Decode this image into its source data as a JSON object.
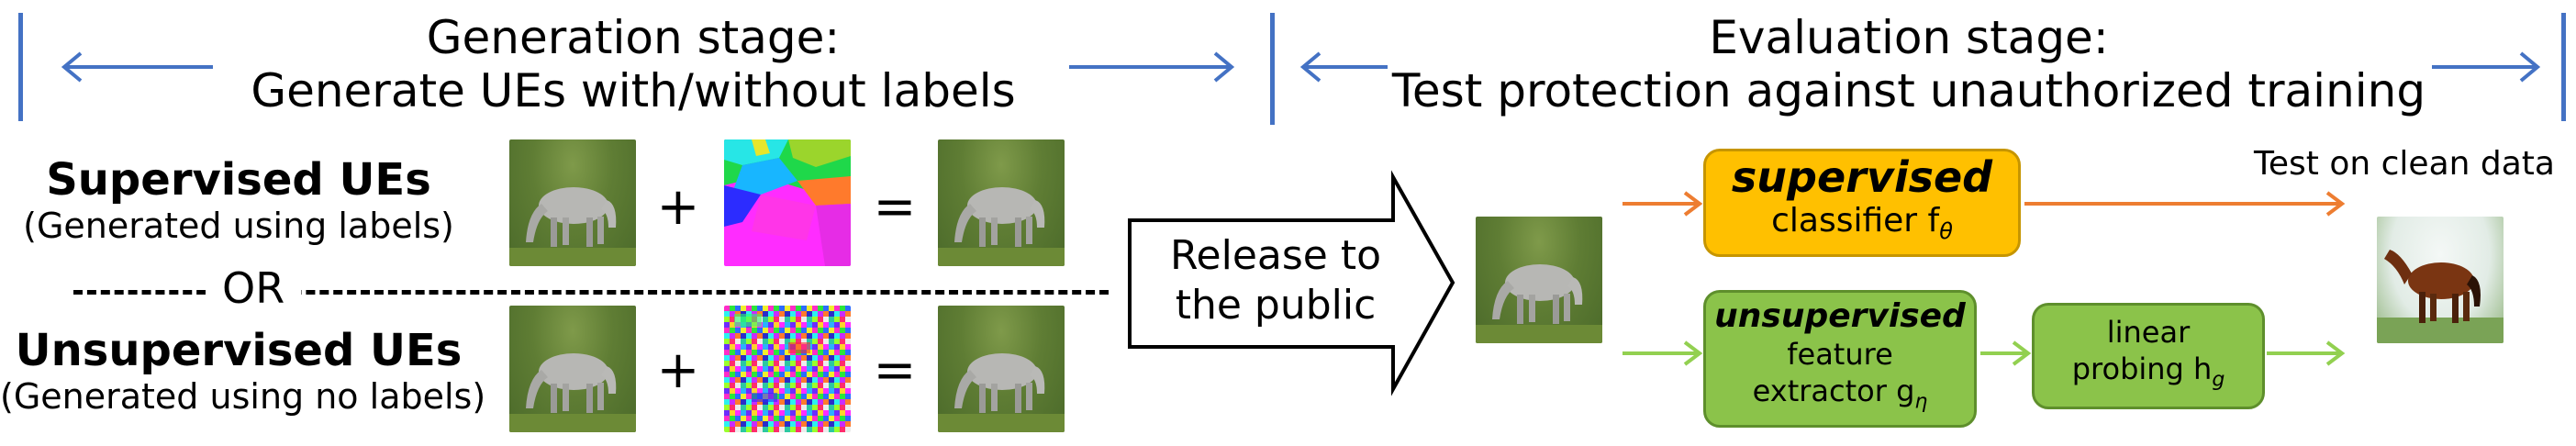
{
  "generation": {
    "title_line1": "Generation stage:",
    "title_line2": "Generate UEs with/without labels"
  },
  "evaluation": {
    "title_line1": "Evaluation stage:",
    "title_line2": "Test protection against unauthorized training"
  },
  "supervised_row": {
    "title": "Supervised UEs",
    "subtitle": "(Generated using labels)"
  },
  "separator": {
    "label": "OR"
  },
  "unsupervised_row": {
    "title": "Unsupervised UEs",
    "subtitle": "(Generated using no labels)"
  },
  "operators": {
    "plus": "+",
    "equals": "="
  },
  "release": {
    "line1": "Release to",
    "line2": "the public"
  },
  "boxes": {
    "supervised": {
      "line1": "supervised",
      "line2": "classifier f",
      "sub": "θ"
    },
    "unsupervised": {
      "line1": "unsupervised",
      "line2": "feature",
      "line3": "extractor g",
      "sub": "η"
    },
    "linear": {
      "line1": "linear",
      "line2": "probing h",
      "sub": "g"
    }
  },
  "test_label": "Test on clean data",
  "colors": {
    "stage_arrow": "#4472c4",
    "supervised_box": "#ffc000",
    "supervised_arrow": "#ed7d31",
    "unsupervised_box": "#8bc34a",
    "unsupervised_arrow": "#92d050"
  }
}
